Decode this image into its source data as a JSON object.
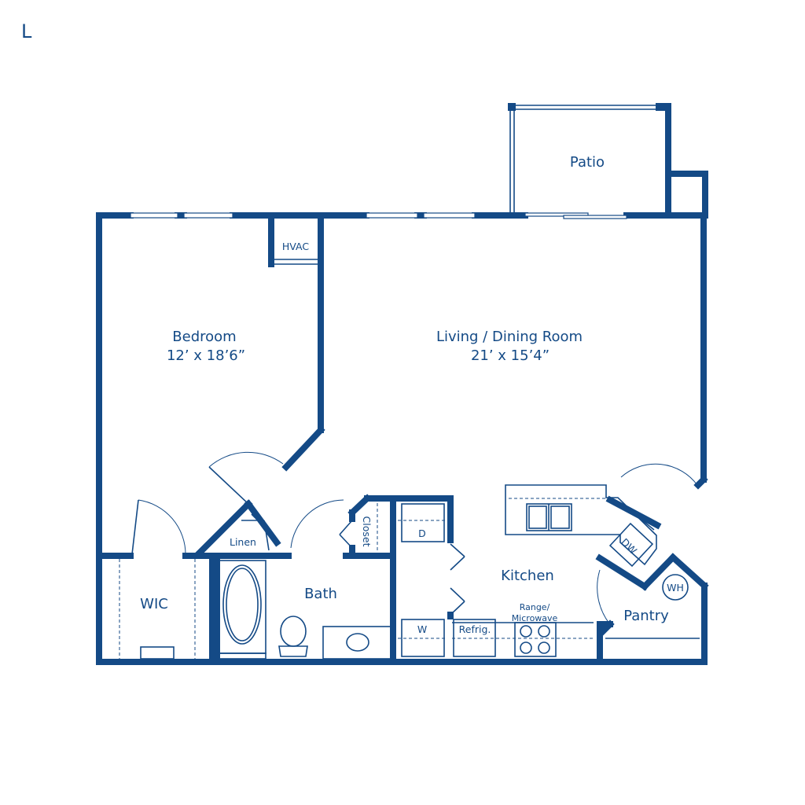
{
  "plan_code": "L",
  "colors": {
    "wall": "#144a86",
    "background": "#ffffff"
  },
  "rooms": {
    "bedroom": {
      "name": "Bedroom",
      "dims": "12’ x 18’6”"
    },
    "living_dining": {
      "name": "Living / Dining Room",
      "dims": "21’ x 15’4”"
    },
    "patio": {
      "name": "Patio"
    },
    "kitchen": {
      "name": "Kitchen"
    },
    "bath": {
      "name": "Bath"
    },
    "wic": {
      "name": "WIC"
    },
    "pantry": {
      "name": "Pantry"
    },
    "linen": {
      "name": "Linen"
    },
    "closet": {
      "name": "Closet"
    },
    "hvac": {
      "name": "HVAC"
    }
  },
  "appliances": {
    "dryer": "D",
    "washer": "W",
    "dishwasher": "DW",
    "water_heater": "WH",
    "refrigerator": "Refrig.",
    "range_line1": "Range/",
    "range_line2": "Microwave"
  }
}
